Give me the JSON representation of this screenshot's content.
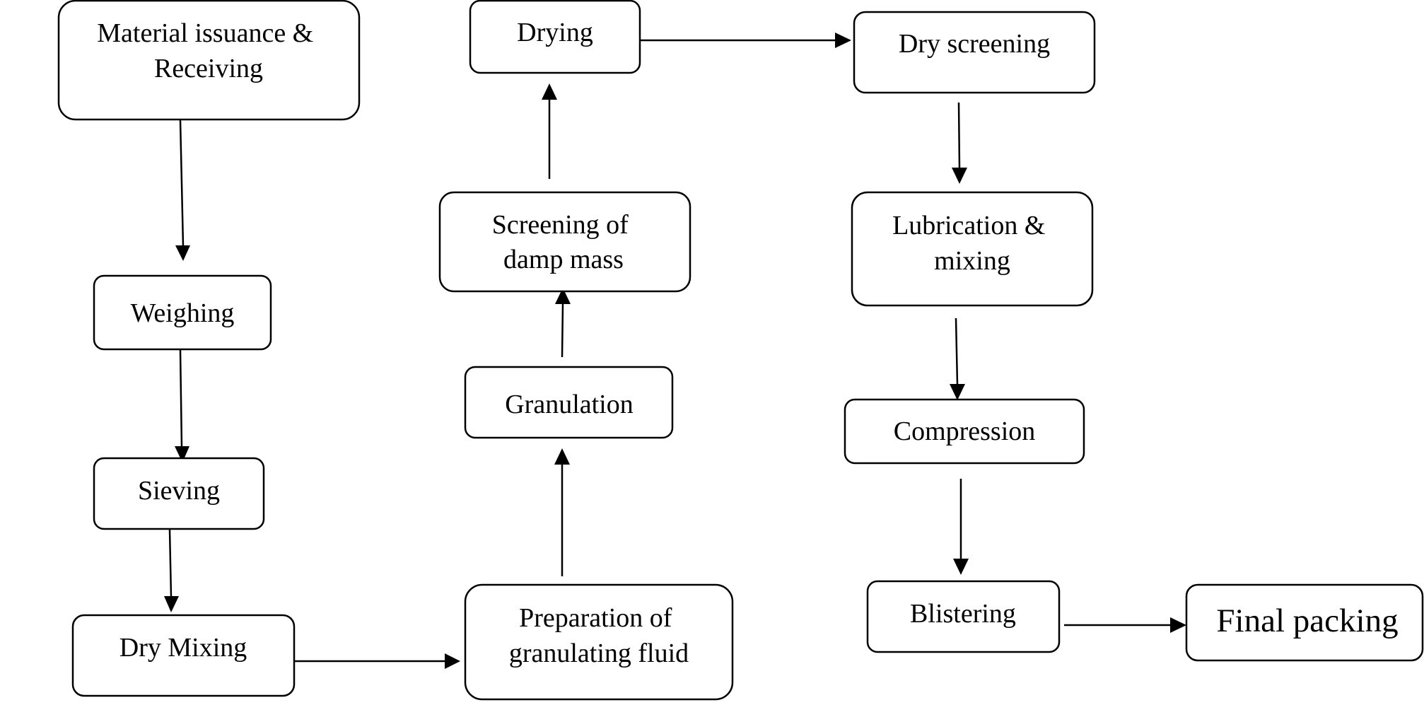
{
  "nodes": {
    "material_receiving": {
      "lines": [
        "Material issuance &",
        "Receiving"
      ]
    },
    "weighing": {
      "lines": [
        "Weighing"
      ]
    },
    "sieving": {
      "lines": [
        "Sieving"
      ]
    },
    "dry_mixing": {
      "lines": [
        "Dry Mixing"
      ]
    },
    "granulating_fluid": {
      "lines": [
        "Preparation of",
        "granulating fluid"
      ]
    },
    "granulation": {
      "lines": [
        "Granulation"
      ]
    },
    "screening_damp": {
      "lines": [
        "Screening of",
        "damp mass"
      ]
    },
    "drying": {
      "lines": [
        "Drying"
      ]
    },
    "dry_screening": {
      "lines": [
        "Dry screening"
      ]
    },
    "lubrication": {
      "lines": [
        "Lubrication &",
        "mixing"
      ]
    },
    "compression": {
      "lines": [
        "Compression"
      ]
    },
    "blistering": {
      "lines": [
        "Blistering"
      ]
    },
    "final_packing": {
      "lines": [
        "Final packing"
      ]
    }
  },
  "edges": [
    {
      "from": "material_receiving",
      "to": "weighing"
    },
    {
      "from": "weighing",
      "to": "sieving"
    },
    {
      "from": "sieving",
      "to": "dry_mixing"
    },
    {
      "from": "dry_mixing",
      "to": "granulating_fluid"
    },
    {
      "from": "granulating_fluid",
      "to": "granulation"
    },
    {
      "from": "granulation",
      "to": "screening_damp"
    },
    {
      "from": "screening_damp",
      "to": "drying"
    },
    {
      "from": "drying",
      "to": "dry_screening"
    },
    {
      "from": "dry_screening",
      "to": "lubrication"
    },
    {
      "from": "lubrication",
      "to": "compression"
    },
    {
      "from": "compression",
      "to": "blistering"
    },
    {
      "from": "blistering",
      "to": "final_packing"
    }
  ]
}
